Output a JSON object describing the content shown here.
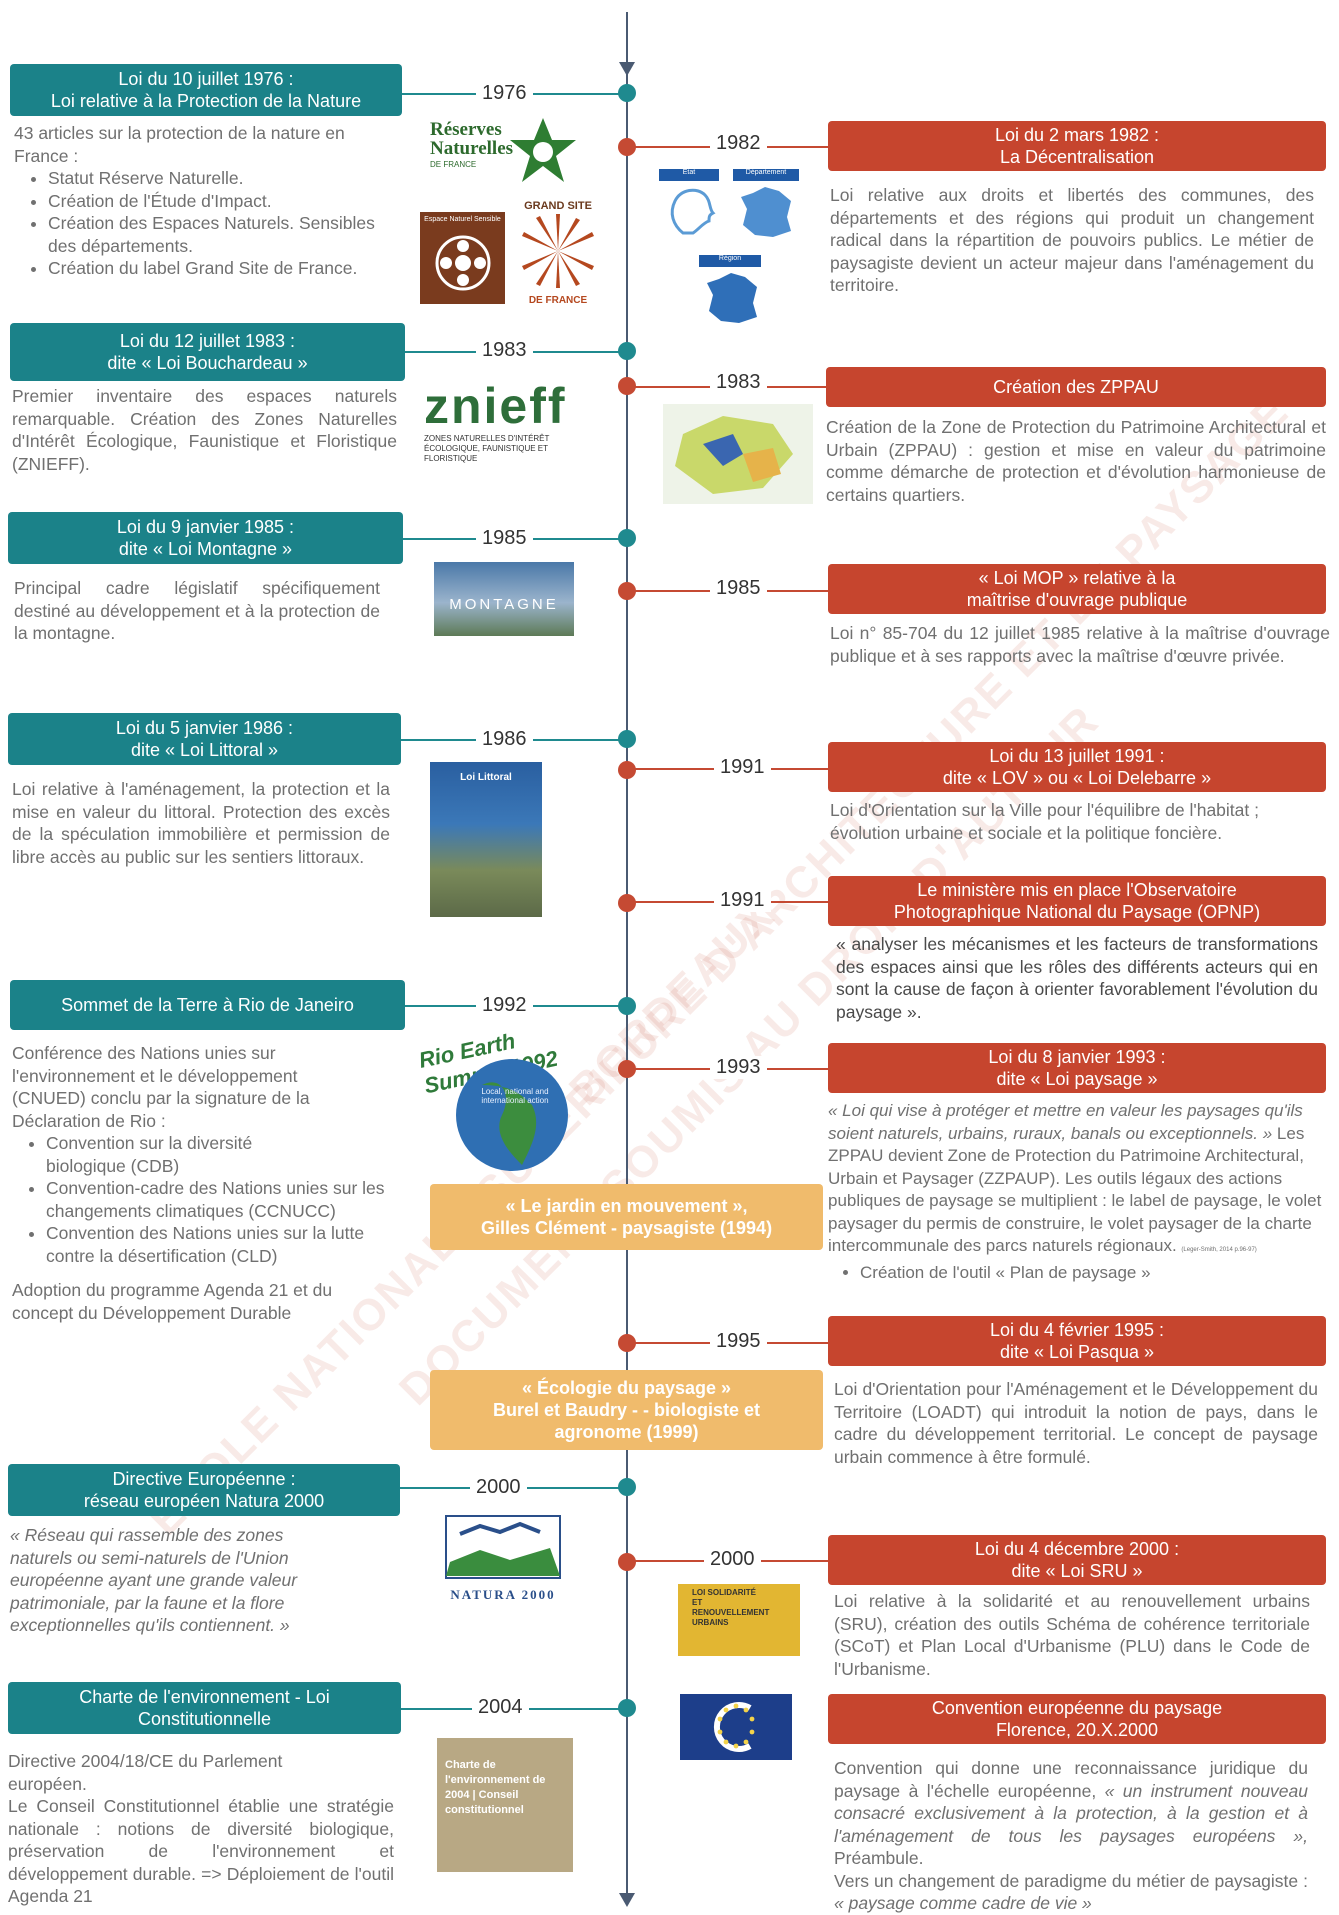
{
  "colors": {
    "teal": "#1b8289",
    "red": "#c6452e",
    "gold": "#f0bb6c",
    "axis": "#4a5a72"
  },
  "left": [
    {
      "year": "1976",
      "title1": "Loi du 10 juillet 1976 :",
      "title2": "Loi relative à la Protection de la Nature",
      "intro": "43 articles sur la protection de la nature en France :",
      "bullets": [
        "Statut Réserve Naturelle.",
        "Création de l'Étude d'Impact.",
        "Création des Espaces Naturels. Sensibles des départements.",
        "Création du label Grand Site de France."
      ]
    },
    {
      "year": "1983",
      "title1": "Loi du 12 juillet 1983 :",
      "title2": "dite « Loi Bouchardeau »",
      "text": "Premier inventaire des espaces naturels remarquable. Création des Zones Naturelles d'Intérêt Écologique, Faunistique et Floristique (ZNIEFF)."
    },
    {
      "year": "1985",
      "title1": "Loi du 9 janvier 1985 :",
      "title2": "dite « Loi Montagne »",
      "text": "Principal cadre législatif spécifiquement destiné au développement et à la protection de la montagne."
    },
    {
      "year": "1986",
      "title1": "Loi du 5 janvier 1986 :",
      "title2": "dite « Loi Littoral »",
      "text": "Loi relative à l'aménagement, la protection et la mise en valeur du littoral. Protection des excès de la spéculation immobilière et permission de libre accès au public sur les sentiers littoraux."
    },
    {
      "year": "1992",
      "title1": "Sommet de la Terre à Rio de Janeiro",
      "intro": "Conférence des Nations unies sur l'environnement et le développement (CNUED) conclu par la signature de la Déclaration de Rio :",
      "bullets": [
        "Convention sur la diversité biologique (CDB)",
        "Convention-cadre des Nations unies sur les changements climatiques (CCNUCC)",
        "Convention des Nations unies sur la lutte contre la désertification (CLD)"
      ],
      "outro": "Adoption du programme Agenda 21 et du concept du Développement Durable"
    },
    {
      "year": "2000",
      "title1": "Directive Européenne :",
      "title2": "réseau européen Natura 2000",
      "text": "« Réseau qui rassemble des zones naturels ou semi-naturels de l'Union européenne ayant une grande valeur patrimoniale, par la faune et la flore exceptionnelles qu'ils contiennent. »"
    },
    {
      "year": "2004",
      "title1": "Charte de l'environnement - Loi",
      "title2": "Constitutionnelle",
      "text1": "Directive 2004/18/CE du Parlement européen.",
      "text2": "Le Conseil Constitutionnel établie une stratégie nationale : notions de diversité biologique, préservation de l'environnement et développement durable. => Déploiement de l'outil Agenda 21"
    }
  ],
  "right": [
    {
      "year": "1982",
      "title1": "Loi du 2 mars 1982 :",
      "title2": "La Décentralisation",
      "text": "Loi relative aux droits et libertés des communes, des départements et des régions qui produit un changement radical dans la répartition de pouvoirs publics. Le métier de paysagiste devient un acteur majeur dans l'aménagement du territoire."
    },
    {
      "year": "1983",
      "title1": "Création des ZPPAU",
      "text": "Création de la Zone de Protection du Patrimoine Architectural et Urbain (ZPPAU) : gestion et mise en valeur du patrimoine comme démarche de protection et d'évolution harmonieuse de certains quartiers."
    },
    {
      "year": "1985",
      "title1": "« Loi MOP » relative à la",
      "title2": "maîtrise d'ouvrage publique",
      "text": "Loi n° 85-704 du 12 juillet 1985 relative à la maîtrise d'ouvrage publique et à ses rapports avec la maîtrise d'œuvre privée."
    },
    {
      "year": "1991",
      "title1": "Loi du 13 juillet 1991 :",
      "title2": "dite « LOV » ou « Loi Delebarre »",
      "text": "Loi d'Orientation sur la Ville pour l'équilibre de l'habitat ; évolution urbaine et sociale et la politique foncière."
    },
    {
      "year": "1991",
      "title1": "Le ministère mis en place l'Observatoire",
      "title2": "Photographique National du Paysage (OPNP)",
      "text": "« analyser les mécanismes et les facteurs de transformations des espaces ainsi que les rôles des différents acteurs qui en sont la cause de façon à orienter favorablement l'évolution du paysage »."
    },
    {
      "year": "1993",
      "title1": "Loi du 8 janvier 1993 :",
      "title2": "dite « Loi paysage »",
      "quote": "« Loi qui vise à protéger et mettre en valeur les paysages qu'ils soient naturels, urbains, ruraux, banals ou exceptionnels. »",
      "text": "Les ZPPAU devient Zone de Protection du Patrimoine Architectural, Urbain et Paysager (ZZPAUP). Les outils légaux des actions publiques de paysage se multiplient : le label de paysage, le volet paysager du permis de construire, le volet paysager de la charte intercommunale des parcs naturels régionaux.",
      "cite": "(Leger-Smith, 2014 p.96-97)",
      "bullet": "Création de l'outil « Plan de paysage »"
    },
    {
      "year": "1995",
      "title1": "Loi du 4 février 1995 :",
      "title2": "dite « Loi Pasqua »",
      "text": "Loi d'Orientation pour l'Aménagement et le Développement du Territoire (LOADT) qui introduit la notion de pays, dans le cadre du développement territorial. Le concept de paysage urbain commence à être formulé."
    },
    {
      "year": "2000",
      "title1": "Loi du 4 décembre 2000 :",
      "title2": "dite « Loi SRU »",
      "text": "Loi relative à la solidarité et au renouvellement urbains (SRU), création des outils Schéma de cohérence territoriale (SCoT) et Plan Local d'Urbanisme (PLU) dans le Code de l'Urbanisme."
    },
    {
      "title1": "Convention européenne du paysage",
      "title2": "Florence, 20.X.2000",
      "text_a": "Convention qui donne une reconnaissance juridique du paysage à l'échelle européenne,",
      "quote": "« un instrument nouveau consacré exclusivement à la protection, à la gestion et à l'aménagement de tous les paysages européens »,",
      "text_b": "Préambule.",
      "text_c": "Vers un changement de paradigme du métier de paysagiste :",
      "quote2": "« paysage comme cadre de vie »"
    }
  ],
  "center": [
    {
      "line1": "« Le jardin en mouvement »,",
      "line2": "Gilles Clément - paysagiste (1994)"
    },
    {
      "line1": "« Écologie du paysage »",
      "line2": "Burel et Baudry - - biologiste et",
      "line3": "agronome (1999)"
    }
  ],
  "images": {
    "reserves": "Réserves Naturelles",
    "reserves_sub": "DE FRANCE",
    "ens": "Espace Naturel Sensible",
    "grandsite_top": "GRAND SITE",
    "grandsite_bot": "DE FRANCE",
    "map_etat": "État",
    "map_dept": "Département",
    "map_region": "Région",
    "znieff": "znieff",
    "znieff_sub": "ZONES NATURELLES D'INTÉRÊT ÉCOLOGIQUE, FAUNISTIQUE ET FLORISTIQUE",
    "montagne": "MONTAGNE",
    "littoral": "Loi Littoral",
    "rio_arc": "Rio Earth Summit 1992",
    "rio_inner": "Local, national and international action",
    "natura": "NATURA 2000",
    "sru": "LOI SOLIDARITÉ ET RENOUVELLEMENT URBAINS",
    "charte": "Charte de l'environnement de 2004 | Conseil constitutionnel"
  },
  "watermark": [
    "ÉCOLE NATIONALE SUPÉRIEURE D'ARCHITECTURE ET DE PAYSAGE",
    "BORDEAUX",
    "DOCUMENT SOUMIS AU DROIT D'AUTEUR"
  ]
}
